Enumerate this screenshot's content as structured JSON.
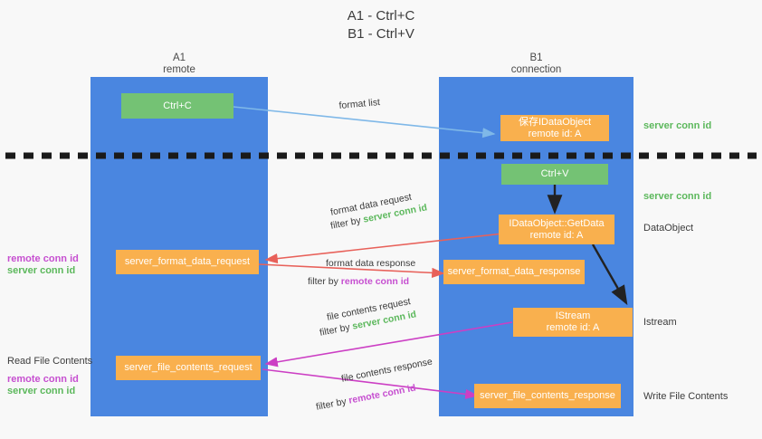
{
  "title": {
    "line1": "A1 - Ctrl+C",
    "line2": "B1 - Ctrl+V"
  },
  "lanes": [
    {
      "name": "A1",
      "role": "remote"
    },
    {
      "name": "B1",
      "role": "connection"
    }
  ],
  "colors": {
    "lane": "#4a86e0",
    "green_box": "#74c274",
    "orange_box": "#f9b04e",
    "server_conn_id": "#5cb85c",
    "remote_conn_id": "#c64fd0",
    "arrow_format_list": "#7fb8e8",
    "arrow_format_data": "#e8615a",
    "arrow_file_contents": "#cc3fc4",
    "arrow_internal": "#222222",
    "divider": "#1a1a1a"
  },
  "boxes": {
    "ctrl_c": {
      "label": "Ctrl+C"
    },
    "ctrl_v": {
      "label": "Ctrl+V"
    },
    "save_idataobject": {
      "label": "保存IDataObject",
      "sub": "remote id: A"
    },
    "getdata": {
      "label": "IDataObject::GetData",
      "sub": "remote id: A"
    },
    "istream": {
      "label": "IStream",
      "sub": "remote id: A"
    },
    "format_data_request": {
      "label": "server_format_data_request"
    },
    "format_data_response": {
      "label": "server_format_data_response"
    },
    "file_contents_request": {
      "label": "server_file_contents_request"
    },
    "file_contents_response": {
      "label": "server_file_contents_response"
    }
  },
  "captions": {
    "format_list": "format list",
    "format_data_request": "format data request",
    "format_data_request_filter_prefix": "filter by ",
    "format_data_request_filter_value": "server conn id",
    "format_data_response": "format data response",
    "format_data_response_filter_prefix": "filter by ",
    "format_data_response_filter_value": "remote conn id",
    "file_contents_request": "file contents request",
    "file_contents_request_filter_prefix": "filter by ",
    "file_contents_request_filter_value": "server conn id",
    "file_contents_response": "file contents response",
    "file_contents_response_filter_prefix": "filter by ",
    "file_contents_response_filter_value": "remote conn id"
  },
  "right_labels": {
    "server_conn_id_top": "server conn id",
    "server_conn_id_mid": "server conn id",
    "dataobject": "DataObject",
    "istream": "Istream",
    "write_file_contents": "Write File Contents"
  },
  "left_labels": {
    "remote_conn_id_1": "remote conn id",
    "server_conn_id_1": "server conn id",
    "read_file_contents": "Read File Contents",
    "remote_conn_id_2": "remote conn id",
    "server_conn_id_2": "server conn id"
  }
}
